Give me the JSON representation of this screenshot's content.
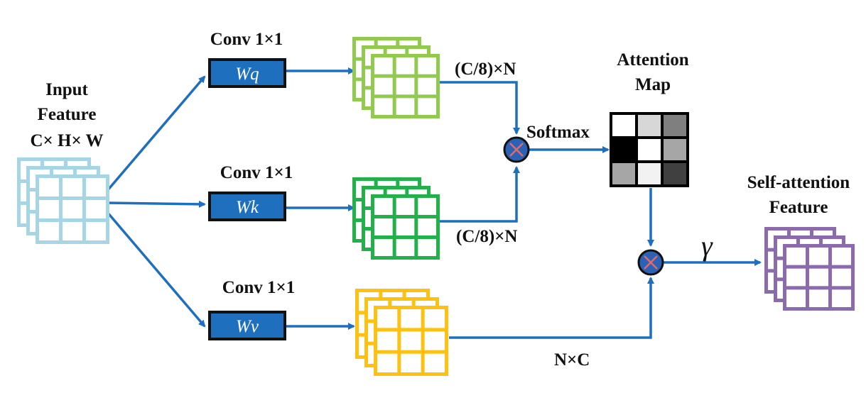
{
  "input": {
    "title_line1": "Input",
    "title_line2": "Feature",
    "dims": "C× H× W"
  },
  "branches": {
    "query": {
      "conv_label": "Conv 1×1",
      "weight_label": "Wq",
      "dim_label": "(C/8)×N"
    },
    "key": {
      "conv_label": "Conv 1×1",
      "weight_label": "Wk",
      "dim_label": "(C/8)×N"
    },
    "value": {
      "conv_label": "Conv 1×1",
      "weight_label": "Wv",
      "dim_label": "N×C"
    }
  },
  "softmax_label": "Softmax",
  "attention_map": {
    "title_line1": "Attention",
    "title_line2": "Map"
  },
  "gamma_label": "γ",
  "output": {
    "title_line1": "Self-attention",
    "title_line2": "Feature"
  },
  "colors": {
    "arrow": "#1f6fbf",
    "input_stack": "#a6d6e6",
    "query_stack": "#92c94f",
    "key_stack": "#22b04b",
    "value_stack": "#fcc111",
    "output_stack": "#8b6bab",
    "weight_box": "#1f6fbf",
    "operator_fill": "#2b62b5",
    "operator_cross": "#e06a6a"
  }
}
